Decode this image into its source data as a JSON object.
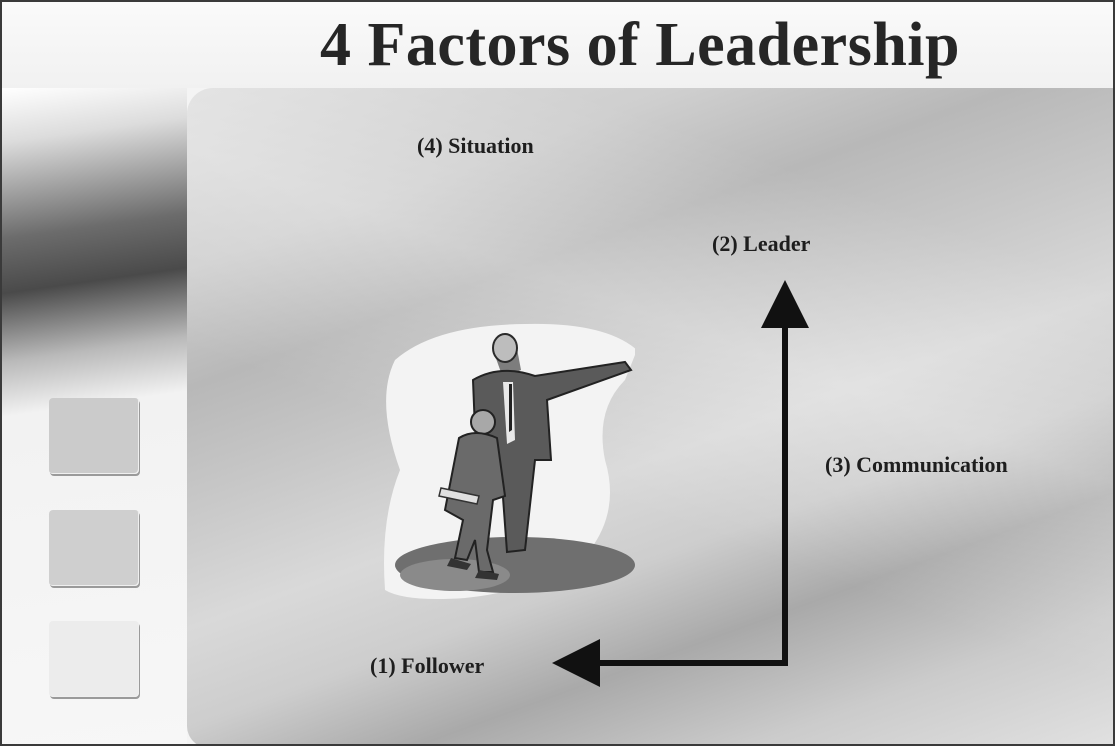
{
  "title": "4 Factors of Leadership",
  "factors": {
    "situation": "(4) Situation",
    "leader": "(2) Leader",
    "communication": "(3) Communication",
    "follower": "(1) Follower"
  },
  "clipart": {
    "icon": "leader-follower-figures-icon"
  },
  "side_squares": [
    "square-1",
    "square-2",
    "square-3"
  ]
}
